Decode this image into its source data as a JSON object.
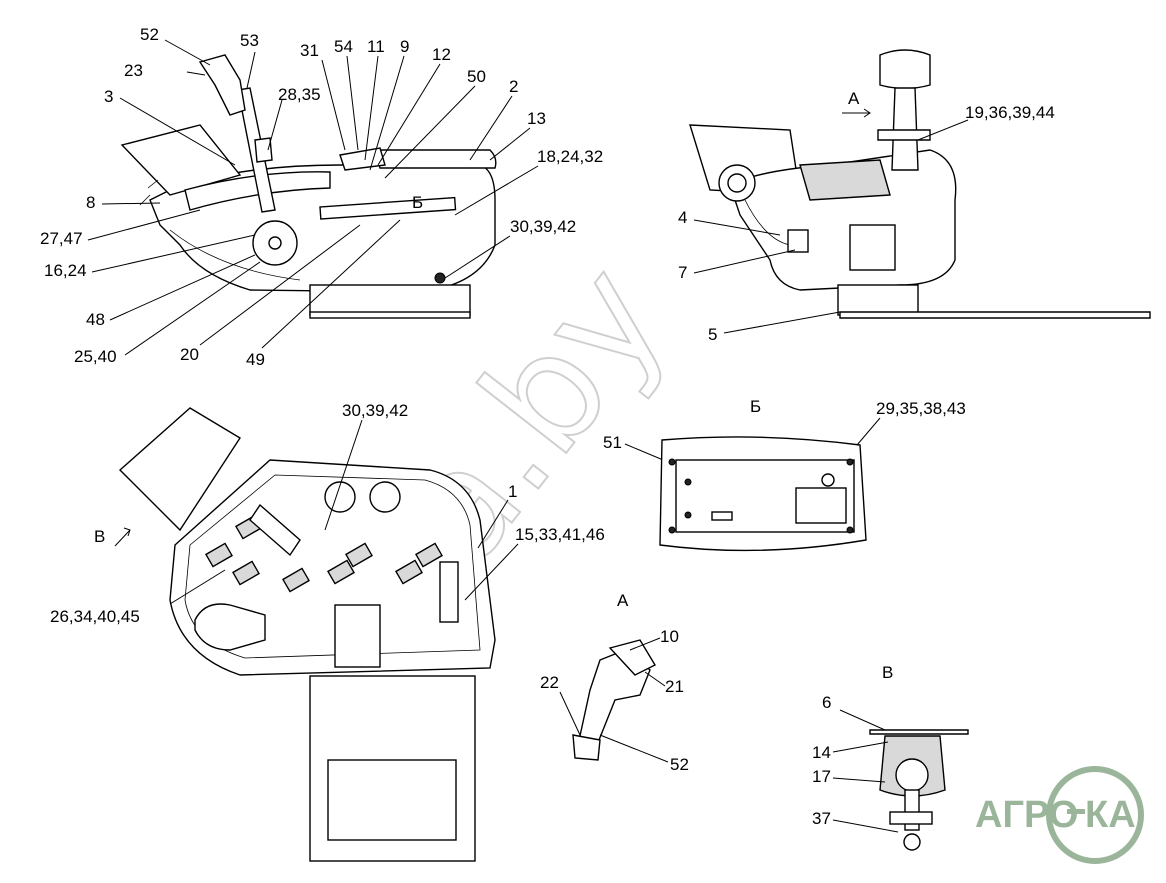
{
  "view_labels": {
    "A_top": "А",
    "B_top": "Б",
    "V_left": "В",
    "B_detail": "Б",
    "A_detail": "А",
    "V_detail": "В"
  },
  "callouts": {
    "c52": "52",
    "c53": "53",
    "c23": "23",
    "c3": "3",
    "c31": "31",
    "c54": "54",
    "c11": "11",
    "c9": "9",
    "c12": "12",
    "c50": "50",
    "c2": "2",
    "c13": "13",
    "c28_35": "28,35",
    "c18_24_32": "18,24,32",
    "c8": "8",
    "c27_47": "27,47",
    "c16_24": "16,24",
    "c30_39_42a": "30,39,42",
    "c48": "48",
    "c25_40": "25,40",
    "c20": "20",
    "c49": "49",
    "c19_36_39_44": "19,36,39,44",
    "c4": "4",
    "c7": "7",
    "c5": "5",
    "c30_39_42b": "30,39,42",
    "c29_35_38_43": "29,35,38,43",
    "c51": "51",
    "c1": "1",
    "c15_33_41_46": "15,33,41,46",
    "c26_34_40_45": "26,34,40,45",
    "c10": "10",
    "c21": "21",
    "c22": "22",
    "c52b": "52",
    "c6": "6",
    "c14": "14",
    "c17": "17",
    "c37": "37"
  },
  "watermark": "ka.by",
  "logo": {
    "text_left": "АГРО",
    "text_right": "КА",
    "color": "#9ab59a"
  }
}
